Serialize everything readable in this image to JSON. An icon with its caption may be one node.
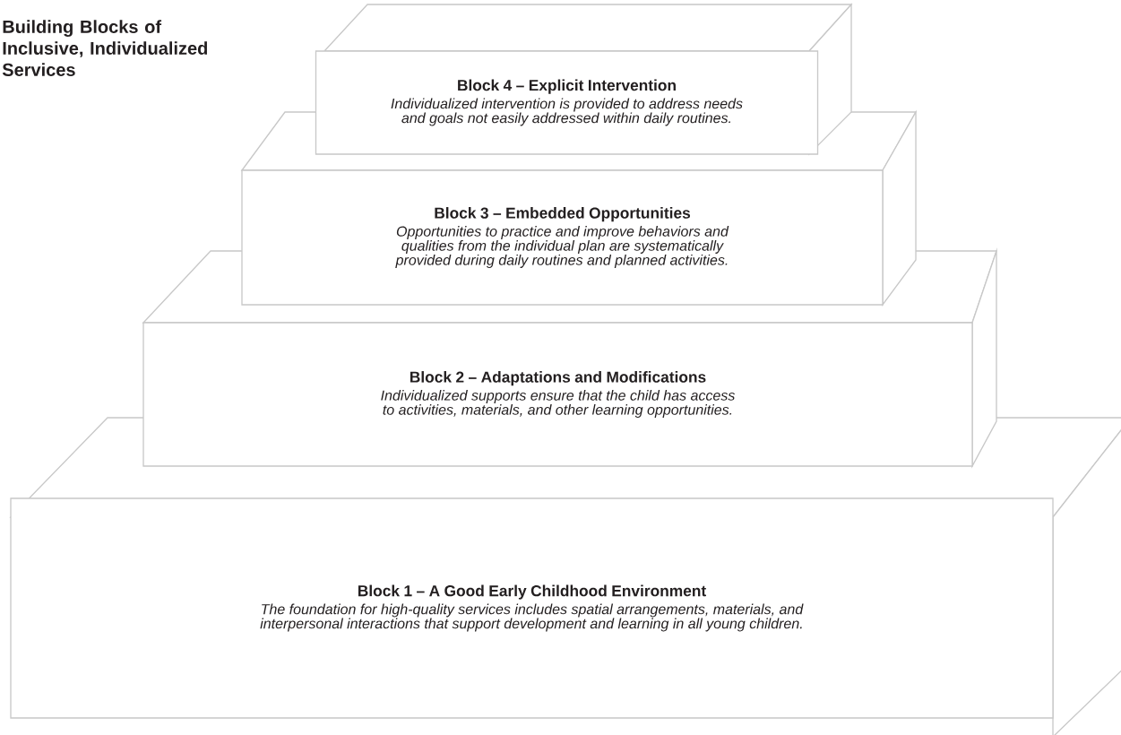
{
  "diagram": {
    "title": "Building Blocks of Inclusive, Individualized Services",
    "nodes": [
      {
        "text": [
          "Block 4 – Explicit Intervention",
          "Individualized intervention is provided to address needs and goals not easily addressed within daily routines."
        ]
      },
      {
        "text": [
          "Block 3 – Embedded Opportunities",
          "Opportunities to practice and improve behaviors and qualities from the individual plan are systematically provided during daily routines and planned activities."
        ]
      },
      {
        "text": [
          "Block 2 – Adaptations and Modifications",
          "Individualized supports ensure that the child has access to activities, materials, and other learning opportunities."
        ]
      },
      {
        "text": [
          "Block 1 – A Good Early Childhood Environment",
          "The foundation for high-quality services includes spatial arrangements, materials, and interpersonal interactions that support development and learning in all young children."
        ]
      }
    ]
  }
}
